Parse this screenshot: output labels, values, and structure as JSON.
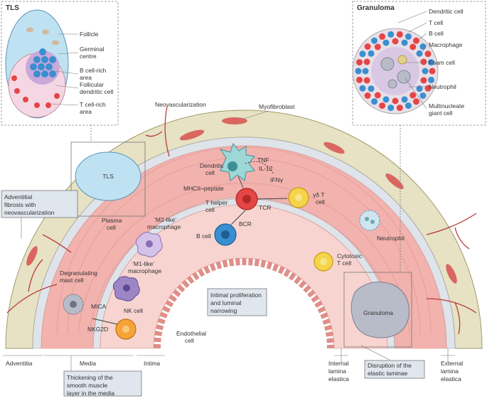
{
  "tls_panel": {
    "title": "TLS",
    "labels": [
      "Follicle",
      "Germinal centre",
      "B cell-rich area",
      "Follicular dendritic cell",
      "T cell-rich area"
    ]
  },
  "granuloma_panel": {
    "title": "Granuloma",
    "labels": [
      "Dendritic cell",
      "T cell",
      "B cell",
      "Macrophage",
      "Foam cell",
      "Neutrophil",
      "Multinucleate giant cell"
    ]
  },
  "main": {
    "tls_label": "TLS",
    "granuloma_label": "Granuloma",
    "neovascularization": "Neovascularization",
    "myofibroblast": "Myofibroblast",
    "adventitial_fibrosis": "Adventitial fibrosis with neovascularization",
    "dendritic_cell": "Dendritic cell",
    "tnf": "TNF",
    "il12": "IL-12",
    "ifng": "IFNγ",
    "mhcii": "MHCII–peptide",
    "gd_tcell": "γδ T cell",
    "t_helper": "T helper cell",
    "tcr": "TCR",
    "bcr": "BCR",
    "b_cell": "B cell",
    "plasma_cell": "Plasma cell",
    "m2_macrophage": "‘M2-like’ macrophage",
    "m1_macrophage": "‘M1-like’ macrophage",
    "neutrophil": "Neutrophil",
    "cytotoxic_t": "Cytotoxic T cell",
    "degranulating_mast": "Degranulating mast cell",
    "mica": "MICA",
    "nkg2d": "NKG2D",
    "nk_cell": "NK cell",
    "intimal_proliferation": "Intimal proliferation and luminal narrowing",
    "endothelial_cell": "Endothelial cell",
    "adventitia": "Adventitia",
    "media": "Media",
    "intima": "Intima",
    "thickening": "Thickening of the smooth muscle layer in the media",
    "internal_lamina": "Internal lamina elastica",
    "disruption": "Disruption of the elastic laminae",
    "external_lamina": "External lamina elastica"
  },
  "colors": {
    "adventitia": "#e6e2c3",
    "media": "#f2b2ae",
    "intima": "#f7d4d0",
    "lamina": "#dfe3ea",
    "follicle": "#bfe2f2",
    "t_cell": "#e64545",
    "b_cell": "#3a8fd0",
    "callout": "#dfe6ee"
  }
}
